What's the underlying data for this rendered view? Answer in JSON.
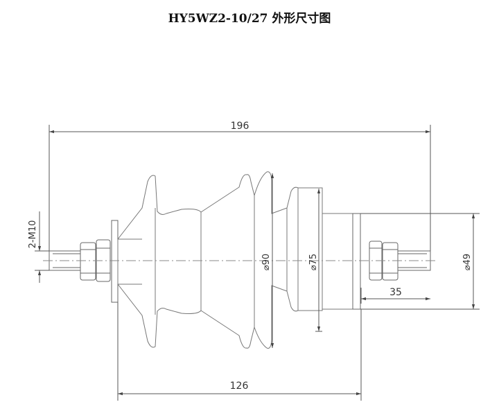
{
  "title": "HY5WZ2-10/27 外形尺寸图",
  "dimensions": {
    "overall_length": "196",
    "shed_length": "126",
    "shed_diameter_1": "⌀90",
    "shed_diameter_2": "⌀75",
    "end_cap_diameter": "⌀49",
    "stud_length": "35",
    "thread_spec": "2-M10"
  }
}
